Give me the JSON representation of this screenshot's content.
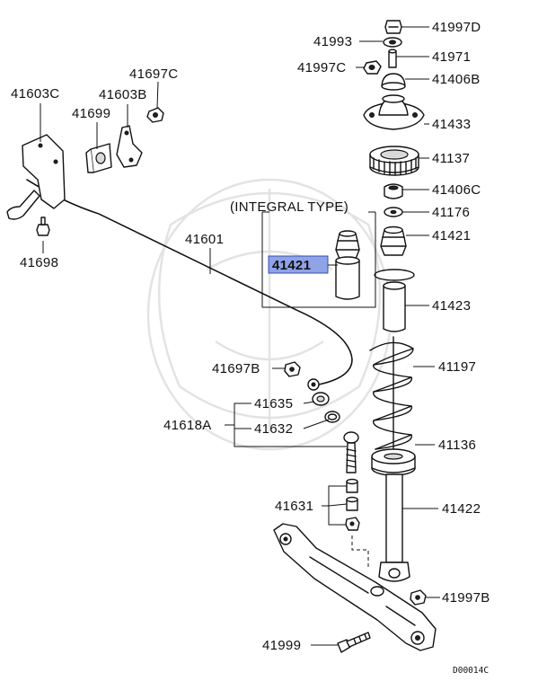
{
  "diagram": {
    "integral_type_label": "(INTEGRAL TYPE)",
    "drawing_code": "D00014C",
    "highlight_color": "#8fa3e6",
    "callouts": {
      "p41997D": "41997D",
      "p41993": "41993",
      "p41971": "41971",
      "p41997C": "41997C",
      "p41406B": "41406B",
      "p41433": "41433",
      "p41137": "41137",
      "p41406C": "41406C",
      "p41176": "41176",
      "p41421_right": "41421",
      "p41421_highlight": "41421",
      "p41423": "41423",
      "p41197": "41197",
      "p41136": "41136",
      "p41422": "41422",
      "p41997B": "41997B",
      "p41999": "41999",
      "p41603C": "41603C",
      "p41697C": "41697C",
      "p41603B": "41603B",
      "p41699": "41699",
      "p41698": "41698",
      "p41601": "41601",
      "p41697B": "41697B",
      "p41635": "41635",
      "p41618A": "41618A",
      "p41632": "41632",
      "p41631": "41631"
    }
  }
}
